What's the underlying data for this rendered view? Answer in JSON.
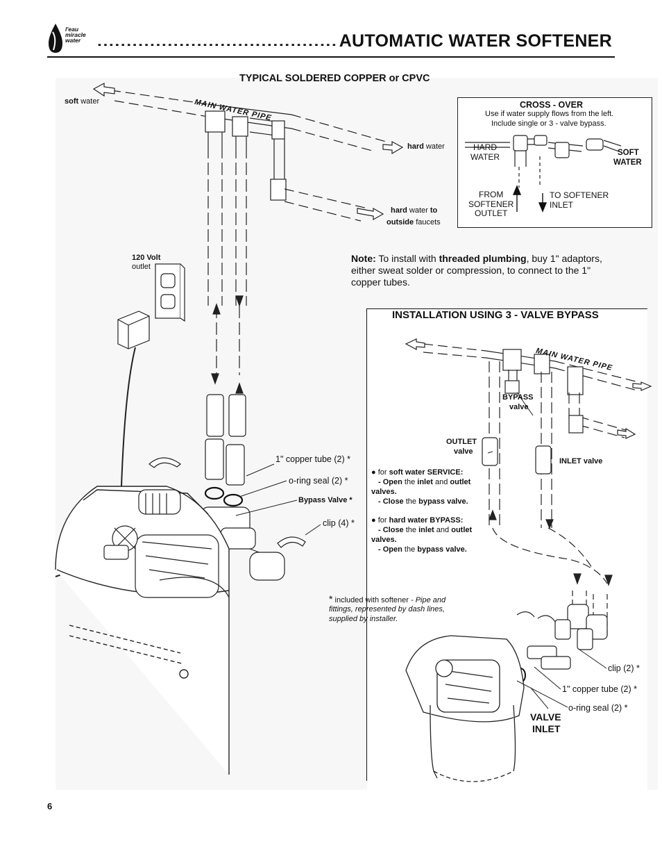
{
  "header": {
    "logo_lines": [
      "l'eau",
      "miracle",
      "water"
    ],
    "dots": "...................................................",
    "title": "AUTOMATIC WATER SOFTENER"
  },
  "subtitle": "TYPICAL SOLDERED COPPER or CPVC",
  "left_diagram": {
    "soft_water_b": "soft",
    "soft_water": "water",
    "main_pipe": "MAIN WATER PIPE",
    "hard_water_b": "hard",
    "hard_water": "water",
    "outside_1b": "hard",
    "outside_1": "water",
    "outside_1c": "to",
    "outside_2b": "outside",
    "outside_2": "faucets",
    "volt_b": "120 Volt",
    "volt": "outlet",
    "copper_tube": "1\" copper tube (2) *",
    "oring": "o-ring seal (2) *",
    "bypass_valve": "Bypass Valve *",
    "clip": "clip (4) *"
  },
  "crossover": {
    "title": "CROSS - OVER",
    "line1": "Use if water supply flows from the left.",
    "line2": "Include single or 3 - valve bypass.",
    "hard1": "HARD",
    "hard2": "WATER",
    "soft1": "SOFT",
    "soft2": "WATER",
    "from1": "FROM",
    "from2": "SOFTENER",
    "from3": "OUTLET",
    "to1": "TO SOFTENER",
    "to2": "INLET"
  },
  "note": {
    "label": "Note:",
    "text1": "To install with",
    "bold": "threaded plumbing",
    "text2": ", buy 1\" adaptors, either sweat solder or compression, to connect to the 1\" copper tubes."
  },
  "install": {
    "title": "INSTALLATION USING 3 - VALVE BYPASS",
    "main_pipe": "MAIN WATER PIPE",
    "bypass1": "BYPASS",
    "bypass2": "valve",
    "outlet1": "OUTLET",
    "outlet2": "valve",
    "inlet_b": "INLET",
    "inlet": "valve",
    "svc_bullet": "● for",
    "svc_b": "soft water SERVICE:",
    "svc_1a": "- Open",
    "svc_1b": "the",
    "svc_1c": "inlet",
    "svc_1d": "and",
    "svc_1e": "outlet",
    "svc_1f": "valves.",
    "svc_2a": "- Close",
    "svc_2b": "the",
    "svc_2c": "bypass valve.",
    "byp_bullet": "● for",
    "byp_b": "hard water BYPASS:",
    "byp_1a": "- Close",
    "byp_1b": "the",
    "byp_1c": "inlet",
    "byp_1d": "and",
    "byp_1e": "outlet",
    "byp_1f": "valves.",
    "byp_2a": "- Open",
    "byp_2b": "the",
    "byp_2c": "bypass valve.",
    "footnote_star": "*",
    "footnote_1": "included with softener",
    "footnote_1i": "- Pipe and",
    "footnote_2": "fittings, represented by dash lines,",
    "footnote_3": "supplied by installer.",
    "clip": "clip (2) *",
    "copper": "1\" copper tube (2) *",
    "oring": "o-ring seal (2) *",
    "valve_inlet1": "VALVE",
    "valve_inlet2": "INLET"
  },
  "page_number": "6"
}
